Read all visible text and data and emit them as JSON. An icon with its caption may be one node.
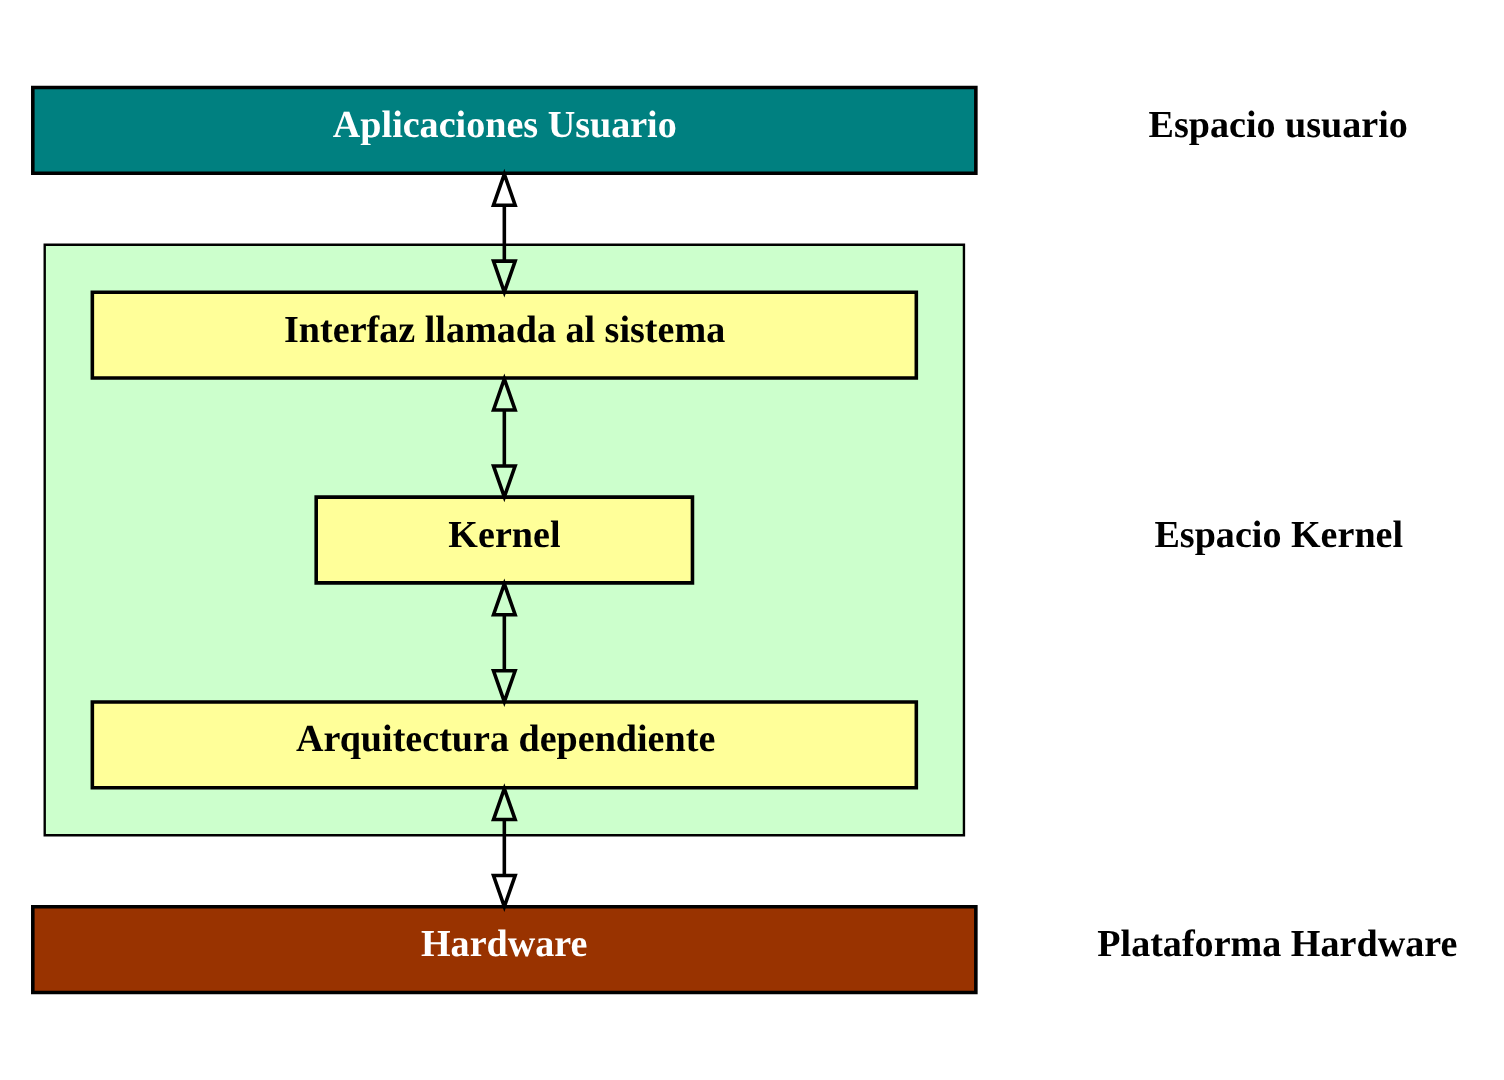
{
  "diagram": {
    "nodes": [
      {
        "text": [
          "Aplicaciones Usuario"
        ]
      },
      {
        "text": [],
        "shape": "box"
      },
      {
        "text": [
          "Interfaz llamada al sistema"
        ],
        "in": 1
      },
      {
        "text": [
          "Kernel"
        ],
        "in": 1
      },
      {
        "text": [
          "Arquitectura dependiente"
        ],
        "in": 1
      },
      {
        "text": [
          "Hardware"
        ]
      }
    ],
    "edges": [
      {
        "from": 0,
        "to": 2,
        "arrow": "both"
      },
      {
        "from": 2,
        "to": 3,
        "arrow": "both"
      },
      {
        "from": 3,
        "to": 4,
        "arrow": "both"
      },
      {
        "from": 4,
        "to": 5,
        "arrow": "both"
      }
    ],
    "labels": [
      "Espacio usuario",
      "Espacio Kernel",
      "Plataforma Hardware"
    ]
  }
}
